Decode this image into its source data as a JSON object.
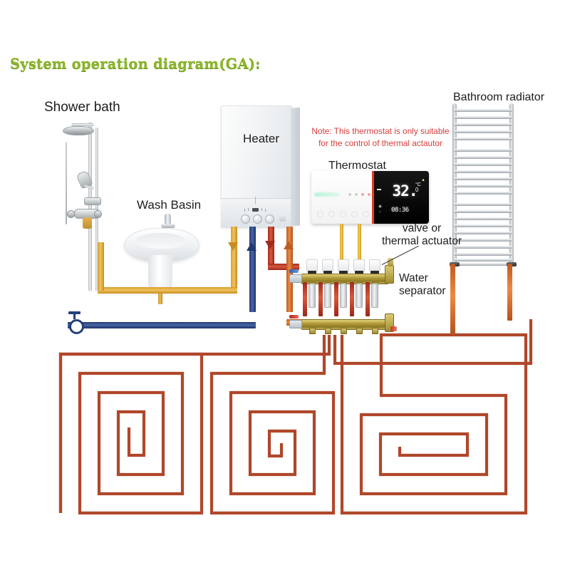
{
  "title": "System operation diagram(GA):",
  "labels": {
    "shower_bath": "Shower bath",
    "wash_basin": "Wash Basin",
    "heater": "Heater",
    "thermostat": "Thermostat",
    "bathroom_radiator": "Bathroom radiator",
    "valve_or_actuator_line1": "valve or",
    "valve_or_actuator_line2": "thermal actuator",
    "water_separator_line1": "Water",
    "water_separator_line2": "separator"
  },
  "note": {
    "line1": "Note: This thermostat is only suitable",
    "line2": "for the control of thermal actautor",
    "color": "#d63c3c"
  },
  "thermostat_display": {
    "temperature": "32.",
    "decimal": "0",
    "unit": "°C",
    "clock": "08:36",
    "mode_icon": "flame-icon",
    "clock_icon": "clock-icon",
    "humidity_icon": "droplet-icon"
  },
  "colors": {
    "title": "#8cb52b",
    "note": "#d63c3c",
    "hot_water_pipe": "#d89b2a",
    "cold_water_pipe": "#24407a",
    "heating_supply_pipe": "#a02b1c",
    "heating_return_pipe": "#bf5a22",
    "floor_loop": "#b0472a",
    "thermostat_cable": "#d9a226",
    "manifold_brass": "#b09a3a"
  },
  "pipes": [
    {
      "name": "hot-water-supply",
      "color_name": "yellow",
      "direction": "down"
    },
    {
      "name": "cold-water-return",
      "color_name": "blue",
      "direction": "up"
    },
    {
      "name": "heating-supply",
      "color_name": "red",
      "direction": "down"
    },
    {
      "name": "heating-return",
      "color_name": "orange",
      "direction": "up"
    }
  ],
  "manifold": {
    "actuator_count": 5,
    "loop_count": 3,
    "cable_count": 2
  },
  "radiator": {
    "bar_count": 22
  }
}
